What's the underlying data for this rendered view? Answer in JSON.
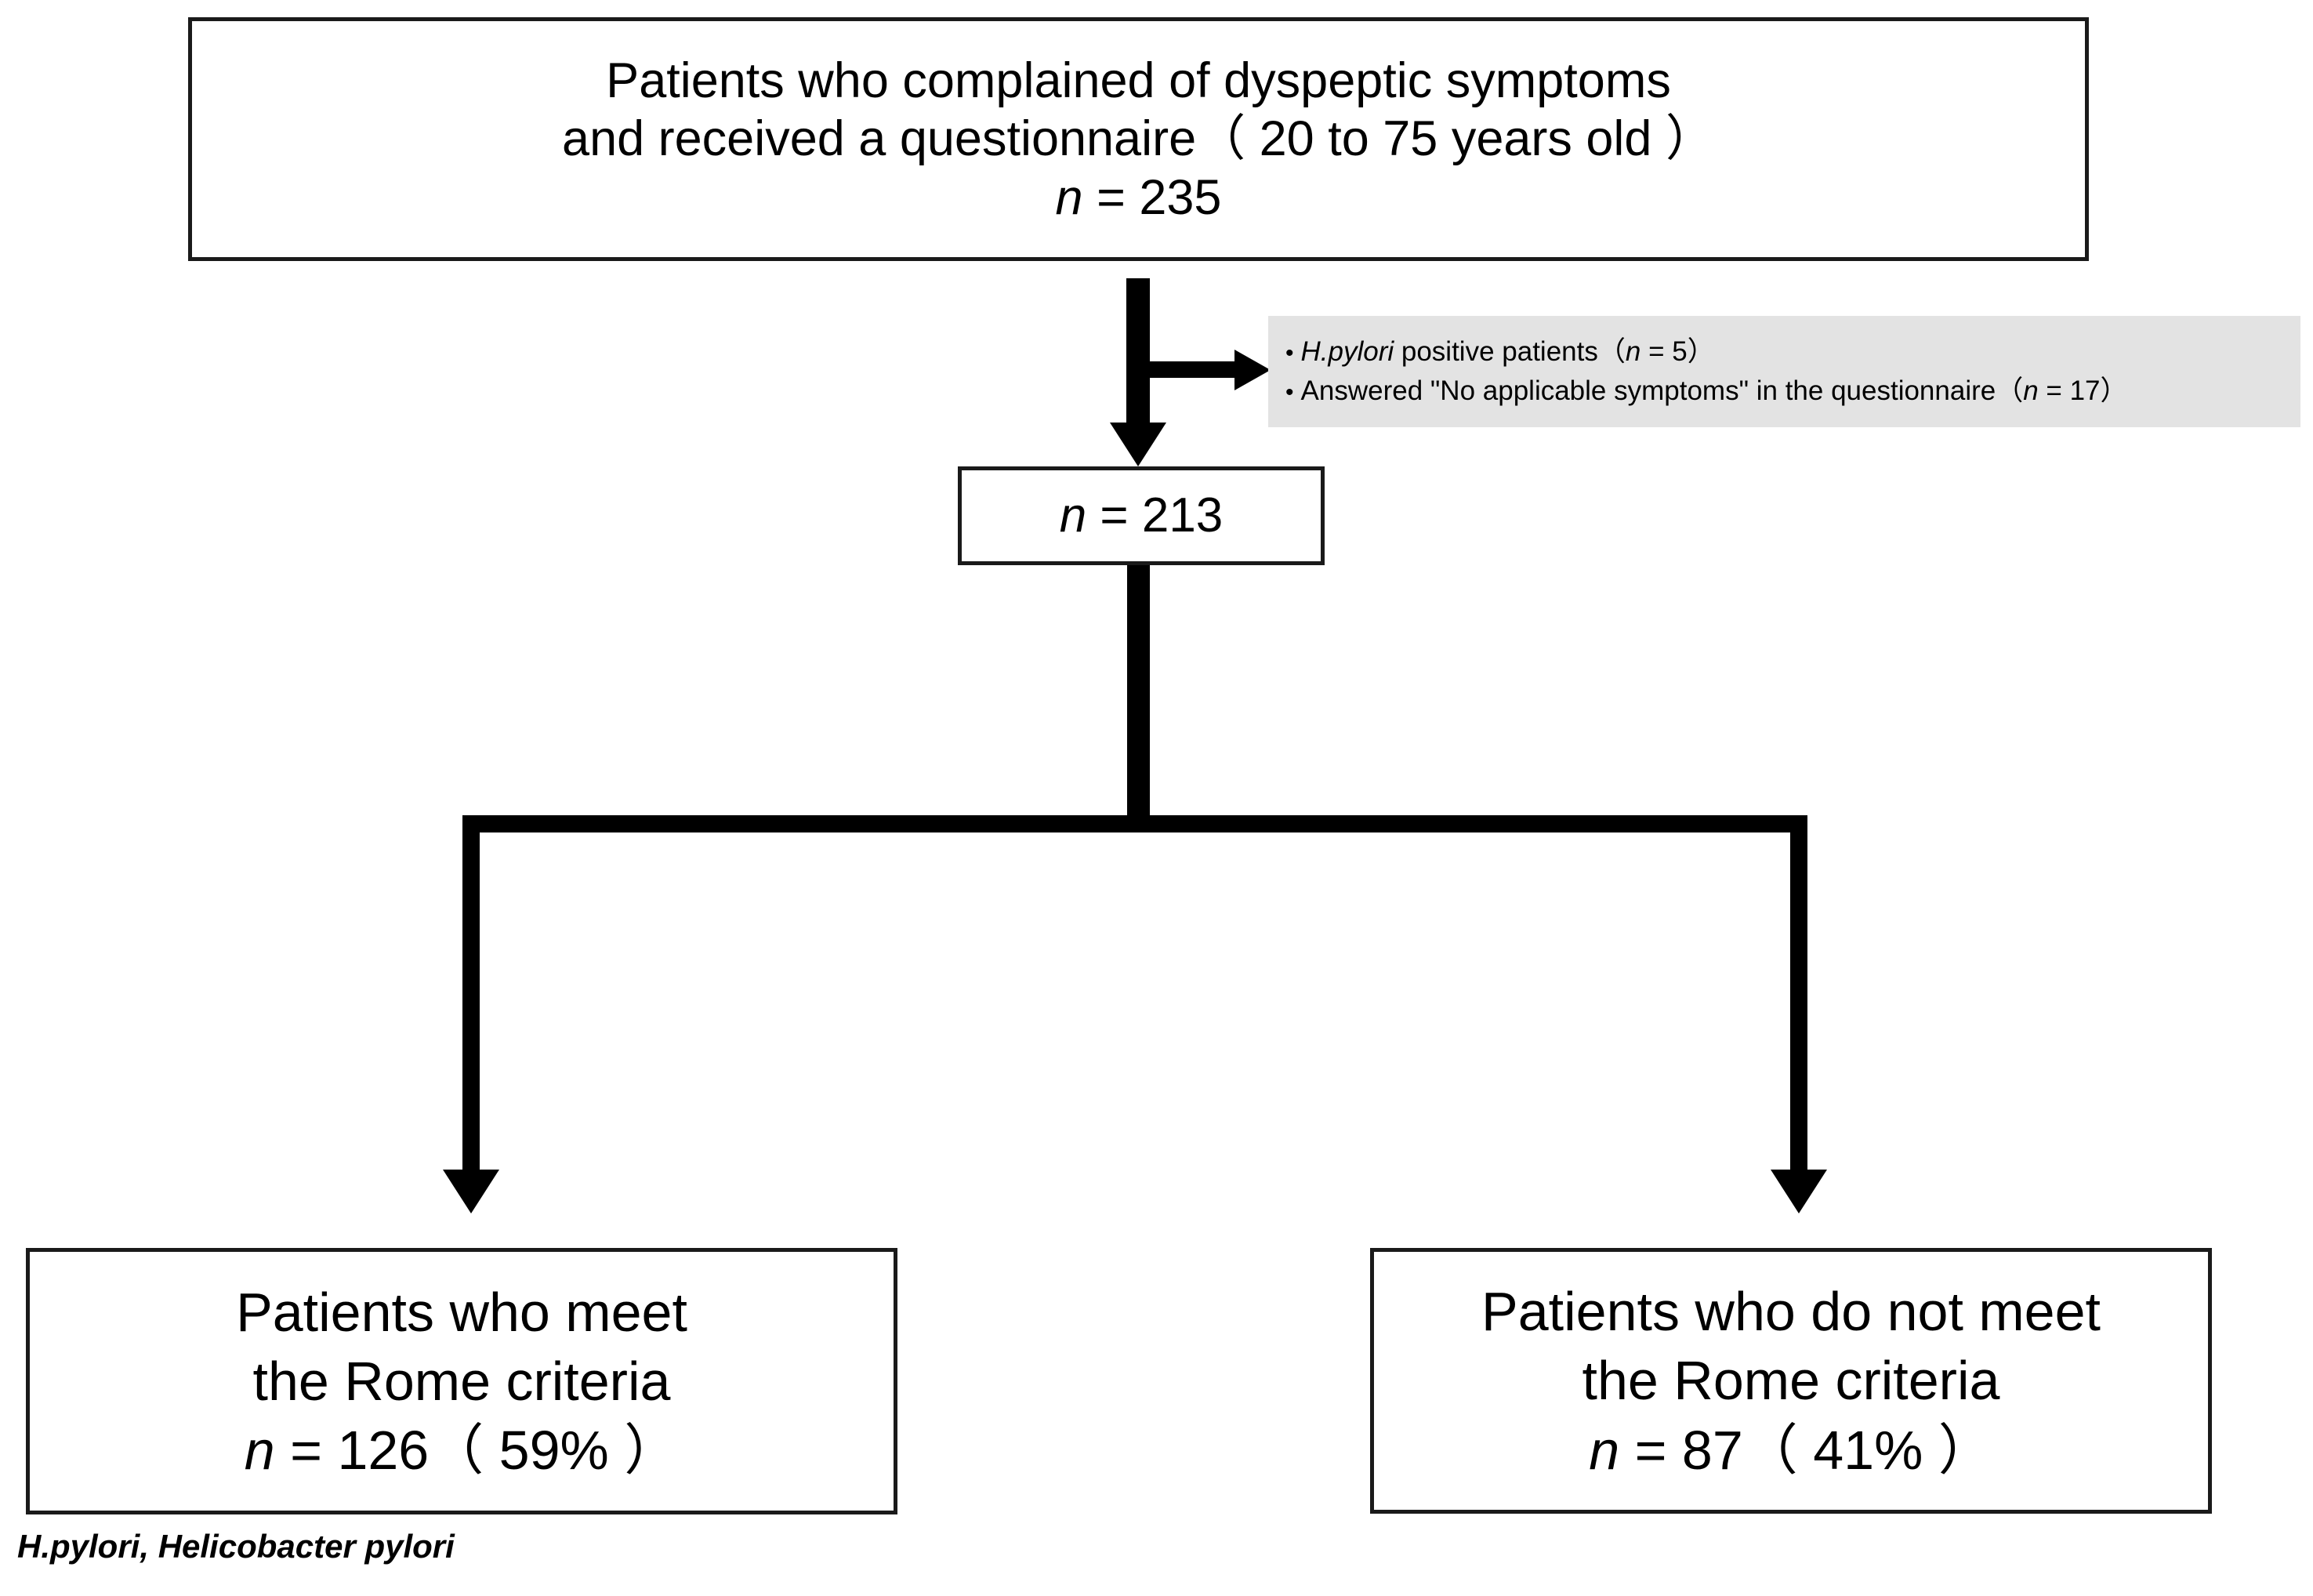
{
  "diagram": {
    "type": "flowchart",
    "title": "Patient enrollment flow diagram",
    "enrolled_box": {
      "line1": "Patients who complained of dyspeptic symptoms",
      "line2": "and received a questionnaire（ 20 to 75 years old  ）",
      "line3_n_label": "n",
      "line3_value": " = 235"
    },
    "exclusions_panel": {
      "bullet_glyph": "•",
      "items": [
        {
          "emphasis": "H.pylori",
          "text": " positive patients（",
          "n_label": "n",
          "count": " = 5）"
        },
        {
          "emphasis": "",
          "text": "Answered \"No applicable symptoms\" in the questionnaire（",
          "n_label": "n",
          "count": " = 17）"
        }
      ],
      "background_color": "#e3e3e3"
    },
    "eligible_box": {
      "n_label": "n",
      "value": " = 213"
    },
    "outcome_left": {
      "line1": "Patients who meet",
      "line2": "the Rome criteria",
      "n_label": "n",
      "value": " = 126（ 59% ）"
    },
    "outcome_right": {
      "line1": "Patients who do not meet",
      "line2": "the Rome criteria",
      "n_label": "n",
      "value": " = 87（ 41% ）"
    },
    "footnote": "H.pylori, Helicobacter pylori",
    "line_color": "#000000",
    "box_border_color": "#1a1a1a",
    "background_color": "#ffffff"
  }
}
